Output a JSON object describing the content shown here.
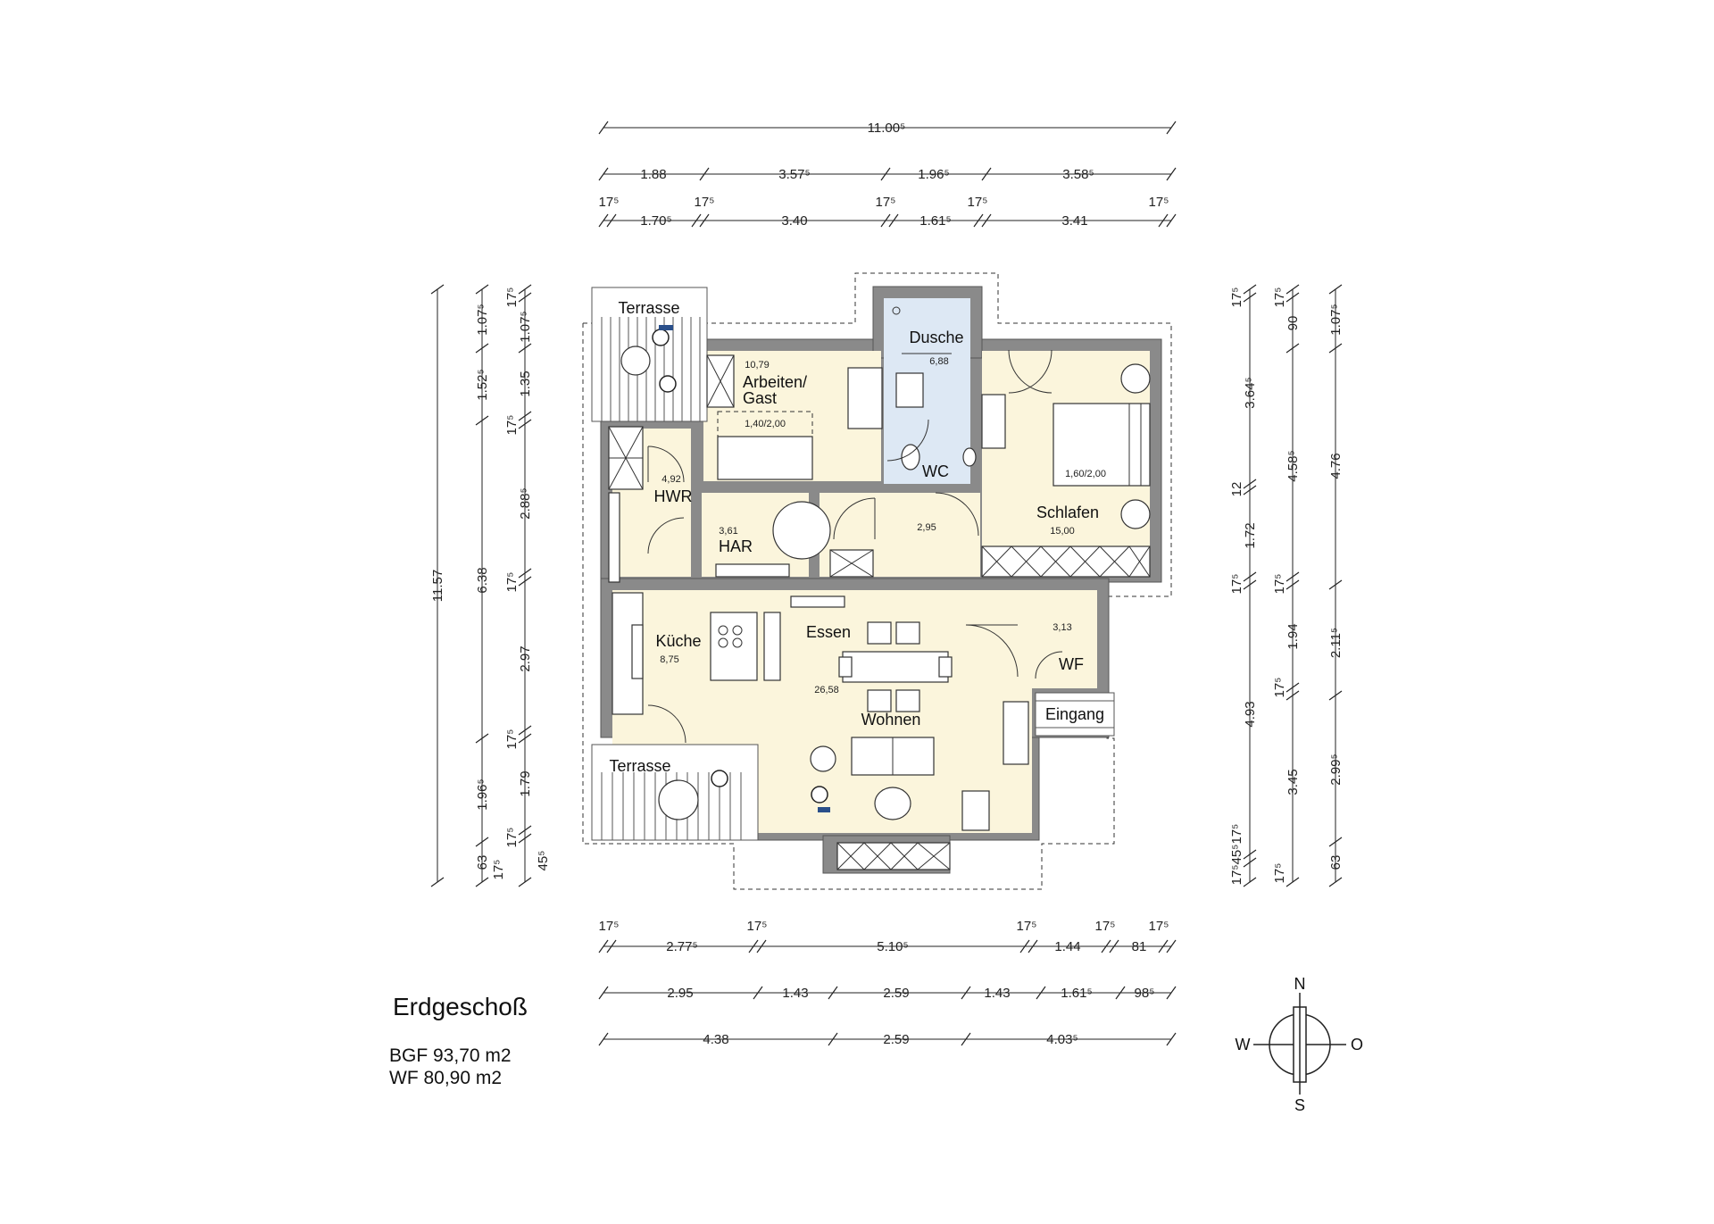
{
  "plan": {
    "title": "Erdgeschoß",
    "bgf": "BGF 93,70 m2",
    "wf": "WF 80,90 m2"
  },
  "rooms": {
    "terrasse_top": "Terrasse",
    "terrasse_bottom": "Terrasse",
    "arbeiten_line1": "Arbeiten/",
    "arbeiten_line2": "Gast",
    "arbeiten_area": "10,79",
    "bed_small": "1,40/2,00",
    "dusche": "Dusche",
    "dusche_area": "6,88",
    "wc": "WC",
    "schlafen": "Schlafen",
    "schlafen_area": "15,00",
    "bed_large": "1,60/2,00",
    "hwr": "HWR",
    "hwr_area": "4,92",
    "har": "HAR",
    "har_area": "3,61",
    "flur_area": "2,95",
    "kueche": "Küche",
    "kueche_area": "8,75",
    "essen": "Essen",
    "wohnen": "Wohnen",
    "wohnen_area": "26,58",
    "wf_room": "WF",
    "wf_area": "3,13",
    "eingang": "Eingang"
  },
  "dims_top": {
    "row1": [
      "11.00⁵"
    ],
    "row2": [
      "1.88",
      "3.57⁵",
      "1.96⁵",
      "3.58⁵"
    ],
    "row3_walls": [
      "17⁵",
      "17⁵",
      "17⁵",
      "17⁵",
      "17⁵"
    ],
    "row3": [
      "1.70⁵",
      "3.40",
      "1.61⁵",
      "3.41"
    ]
  },
  "dims_bottom": {
    "row1_walls": [
      "17⁵",
      "17⁵",
      "17⁵",
      "17⁵",
      "17⁵"
    ],
    "row1": [
      "2.77⁵",
      "5.10⁵",
      "1.44",
      "81"
    ],
    "row2": [
      "2.95",
      "1.43",
      "2.59",
      "1.43",
      "1.61⁵",
      "98⁵"
    ],
    "row3": [
      "4.38",
      "2.59",
      "4.03⁵"
    ]
  },
  "dims_left": {
    "col1": [
      "11.57"
    ],
    "col2": [
      "1.07⁵",
      "1.52⁵",
      "6.38",
      "1.96⁵",
      "63"
    ],
    "col3": [
      "17⁵",
      "1.07⁵",
      "1.35",
      "17⁵",
      "2.88⁵",
      "17⁵",
      "2.97",
      "17⁵",
      "1.79",
      "17⁵",
      "17⁵",
      "45⁵"
    ]
  },
  "dims_right": {
    "col1": [
      "17⁵",
      "3.64⁵",
      "12",
      "1.72",
      "17⁵",
      "4.93",
      "17⁵45⁵17⁵",
      "17⁵"
    ],
    "col2": [
      "17⁵",
      "90",
      "4.58⁵",
      "17⁵",
      "1.94",
      "17⁵",
      "3.45",
      "17⁵"
    ],
    "col3": [
      "1.07⁵",
      "4.76",
      "2.11⁵",
      "2.99⁵",
      "63"
    ]
  },
  "compass": {
    "n": "N",
    "s": "S",
    "w": "W",
    "o": "O"
  },
  "colors": {
    "floor": "#fbf5dc",
    "wet": "#dde8f4",
    "wall": "#8a8a8a"
  }
}
